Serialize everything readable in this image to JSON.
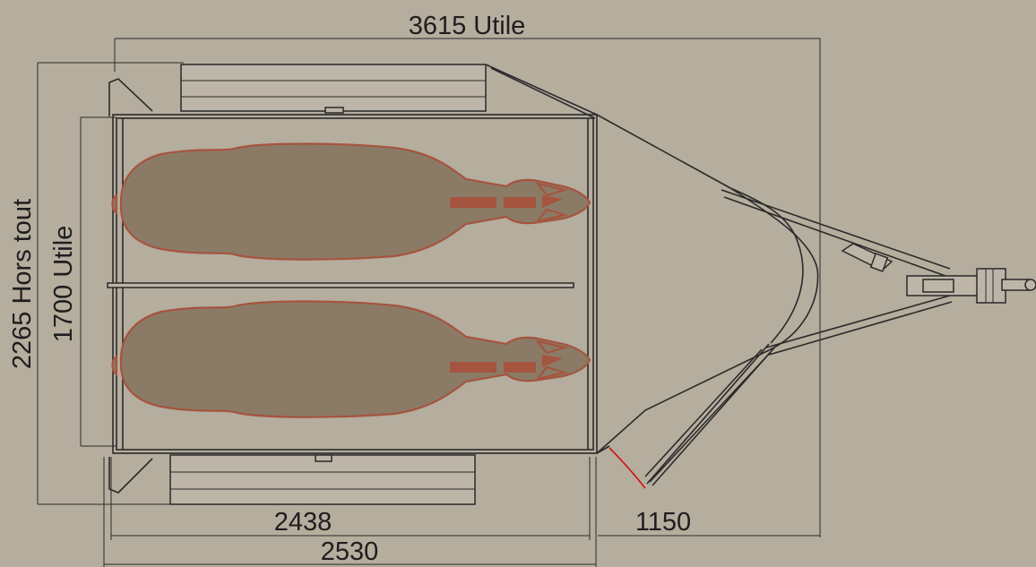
{
  "dimensions": {
    "total_length": "3615 Utile",
    "overall_width": "2265 Hors tout",
    "inner_width": "1700 Utile",
    "box_length_inner": "2438",
    "box_length_outer": "2530",
    "drawbar_length": "1150"
  },
  "colors": {
    "background": "#b5ad9e",
    "lines": "#2a2a2a",
    "horse_fill": "#8b7b66",
    "horse_outline": "#a5543f",
    "swing_arc": "#d01010"
  }
}
